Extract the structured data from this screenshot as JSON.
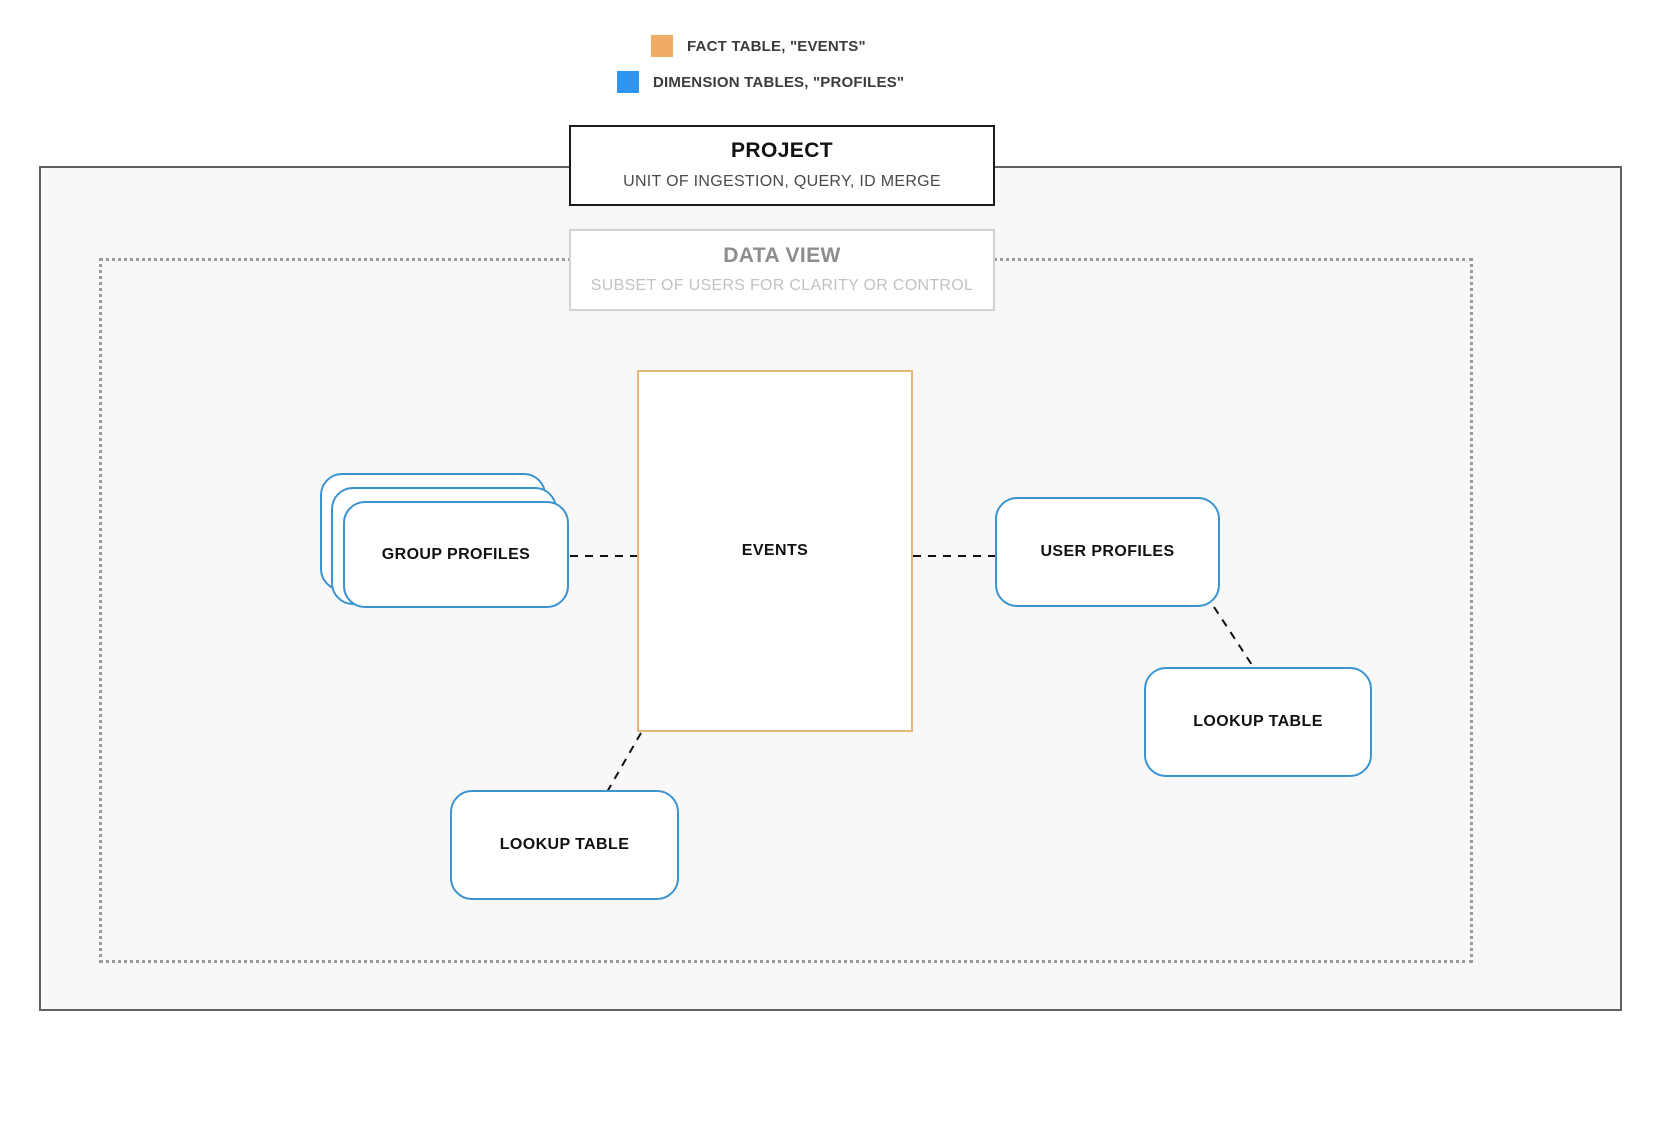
{
  "legend": {
    "items": [
      {
        "label": "FACT TABLE, \"EVENTS\"",
        "color": "#f0ac63",
        "icon": "orange-square-icon"
      },
      {
        "label": "DIMENSION TABLES, \"PROFILES\"",
        "color": "#2f96ef",
        "icon": "blue-square-icon"
      }
    ]
  },
  "project": {
    "title": "PROJECT",
    "subtitle": "UNIT OF INGESTION, QUERY, ID MERGE"
  },
  "data_view": {
    "title": "DATA VIEW",
    "subtitle": "SUBSET OF USERS FOR CLARITY OR CONTROL"
  },
  "nodes": {
    "events": {
      "label": "EVENTS",
      "type": "fact-table",
      "color": "#e8b676"
    },
    "group_profiles": {
      "label": "GROUP PROFILES",
      "type": "dimension-table-stack",
      "color": "#3b93d0"
    },
    "user_profiles": {
      "label": "USER PROFILES",
      "type": "dimension-table",
      "color": "#3b93d0"
    },
    "lookup_table_left": {
      "label": "LOOKUP TABLE",
      "type": "dimension-table",
      "color": "#3b93d0"
    },
    "lookup_table_right": {
      "label": "LOOKUP TABLE",
      "type": "dimension-table",
      "color": "#3b93d0"
    }
  },
  "connections": [
    {
      "from": "group_profiles",
      "to": "events",
      "style": "dashed"
    },
    {
      "from": "events",
      "to": "user_profiles",
      "style": "dashed"
    },
    {
      "from": "events",
      "to": "lookup_table_left",
      "style": "dashed"
    },
    {
      "from": "user_profiles",
      "to": "lookup_table_right",
      "style": "dashed"
    }
  ],
  "colors": {
    "fact_accent": "#e8b676",
    "dimension_accent": "#3b93d0",
    "project_border": "#606060",
    "data_view_border": "#9a9a9a",
    "canvas_fill": "#f8f8f8"
  }
}
